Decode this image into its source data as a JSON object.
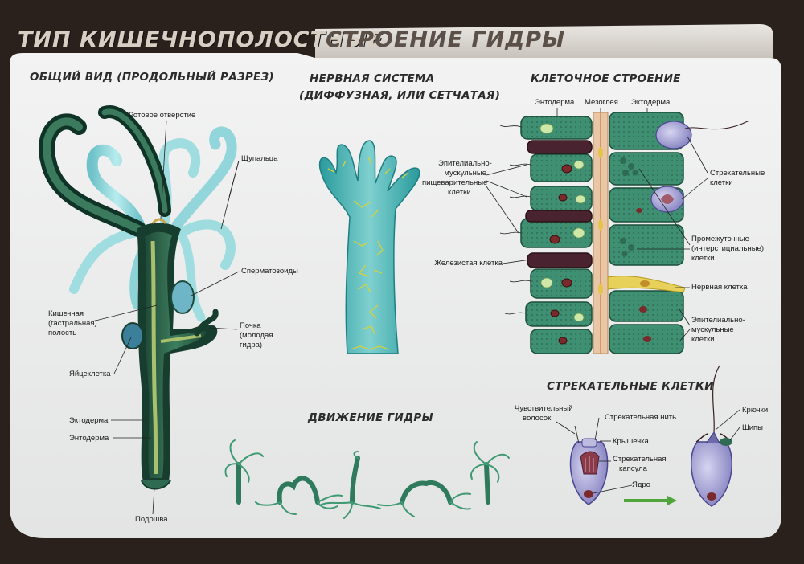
{
  "header": {
    "type_title": "ТИП КИШЕЧНОПОЛОСТНЫЕ",
    "topic_title": "СТРОЕНИЕ ГИДРЫ"
  },
  "sections": {
    "general_view": "ОБЩИЙ ВИД (ПРОДОЛЬНЫЙ РАЗРЕЗ)",
    "nervous_system_line1": "НЕРВНАЯ СИСТЕМА",
    "nervous_system_line2": "(ДИФФУЗНАЯ, ИЛИ СЕТЧАТАЯ)",
    "cell_structure": "КЛЕТОЧНОЕ СТРОЕНИЕ",
    "movement": "ДВИЖЕНИЕ ГИДРЫ",
    "stinging_cells": "СТРЕКАТЕЛЬНЫЕ КЛЕТКИ"
  },
  "general_labels": {
    "mouth": "Ротовое отверстие",
    "tentacles": "Щупальца",
    "sperm": "Сперматозоиды",
    "gut_line1": "Кишечная",
    "gut_line2": "(гастральная)",
    "gut_line3": "полость",
    "bud_line1": "Почка",
    "bud_line2": "(молодая",
    "bud_line3": "гидра)",
    "egg": "Яйцеклетка",
    "ectoderm": "Эктодерма",
    "endoderm": "Энтодерма",
    "sole": "Подошва"
  },
  "cell_labels": {
    "endoderm": "Энтодерма",
    "mesoglea": "Мезоглея",
    "ectoderm": "Эктодерма",
    "epi_digest_line1": "Эпителиально-",
    "epi_digest_line2": "мускульные",
    "epi_digest_line3": "пищеварительные",
    "epi_digest_line4": "клетки",
    "gland_cell": "Железистая клетка",
    "stinging_line1": "Стрекательные",
    "stinging_line2": "клетки",
    "inter_line1": "Промежуточные",
    "inter_line2": "(интерстициальные)",
    "inter_line3": "клетки",
    "nerve_cell": "Нервная клетка",
    "epi_muscle_line1": "Эпителиально-",
    "epi_muscle_line2": "мускульные",
    "epi_muscle_line3": "клетки"
  },
  "sting_labels": {
    "hair_line1": "Чувствительный",
    "hair_line2": "волосок",
    "thread": "Стрекательная нить",
    "hooks": "Крючки",
    "spines": "Шипы",
    "lid": "Крышечка",
    "capsule_line1": "Стрекательная",
    "capsule_line2": "капсула",
    "nucleus": "Ядро"
  },
  "colors": {
    "frame_bg": "#2b211c",
    "panel": "#eceded",
    "body_green": "#2f6b52",
    "tentacle_cyan": "#8fd4d8",
    "cell_green": "#3f8f72",
    "capsule_purple": "#9a97cf",
    "arrow_green": "#4ea63a"
  }
}
